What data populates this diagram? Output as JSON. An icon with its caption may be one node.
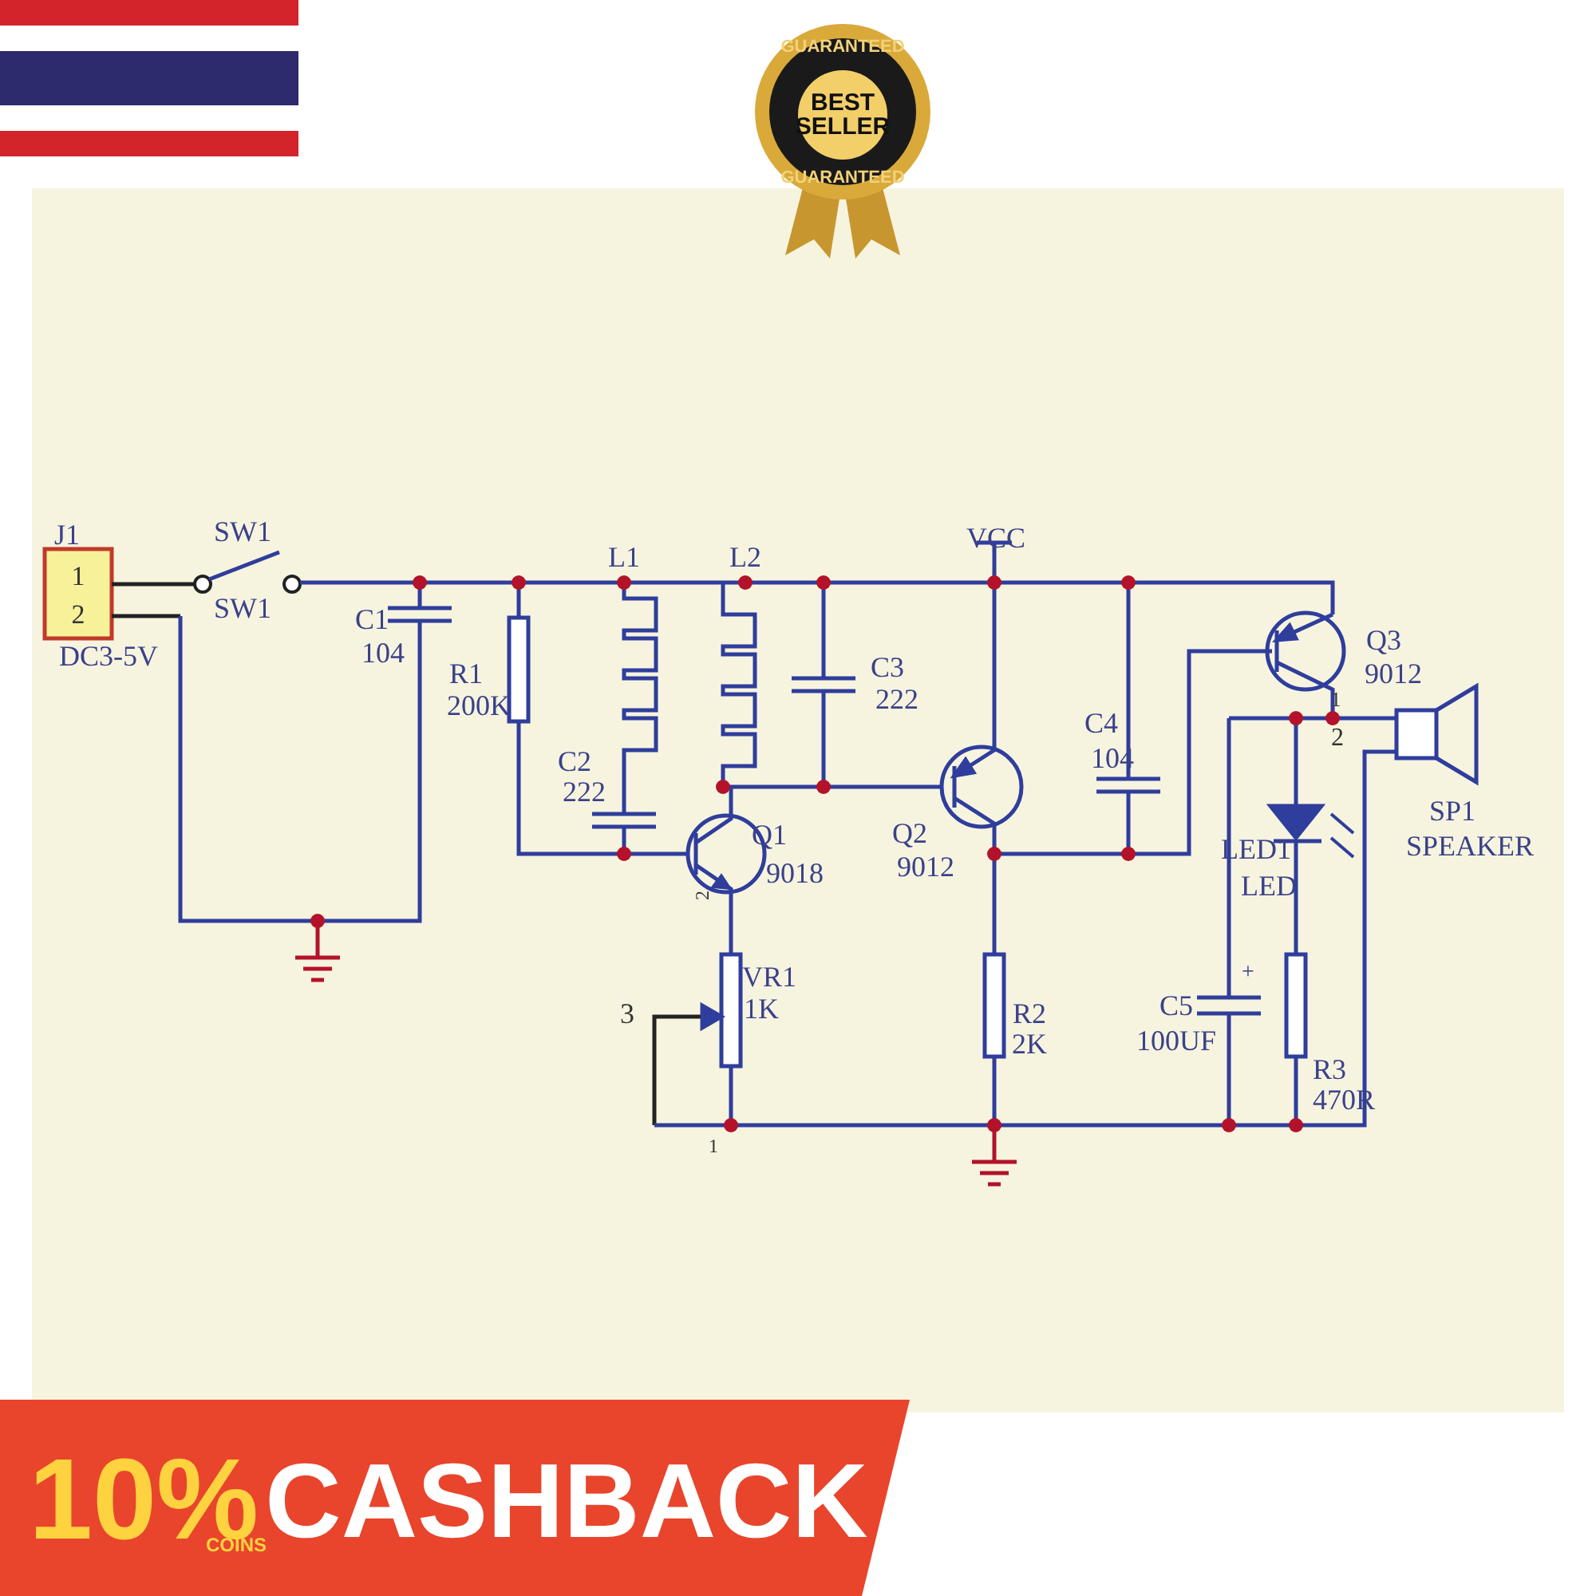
{
  "diagram": {
    "labels": [
      "J1",
      "SW1",
      "VCC",
      "L1",
      "L2",
      "1",
      "2",
      "SW1",
      "C1",
      "104",
      "DC3-5V",
      "Q3",
      "9012",
      "R1",
      "200K",
      "C3",
      "222",
      "1",
      "2",
      "C4",
      "104",
      "C2",
      "222",
      "SP1",
      "SPEAKER",
      "Q1",
      "9018",
      "Q2",
      "9012",
      "LED1",
      "LED",
      "2",
      "VR1",
      "1K",
      "3",
      "+",
      "C5",
      "100UF",
      "R2",
      "2K",
      "R3",
      "470R",
      "1",
      "GUARANTEED",
      "BEST SELLER",
      "GUARANTEED",
      "10%",
      "COINS",
      "CASHBACK"
    ]
  }
}
